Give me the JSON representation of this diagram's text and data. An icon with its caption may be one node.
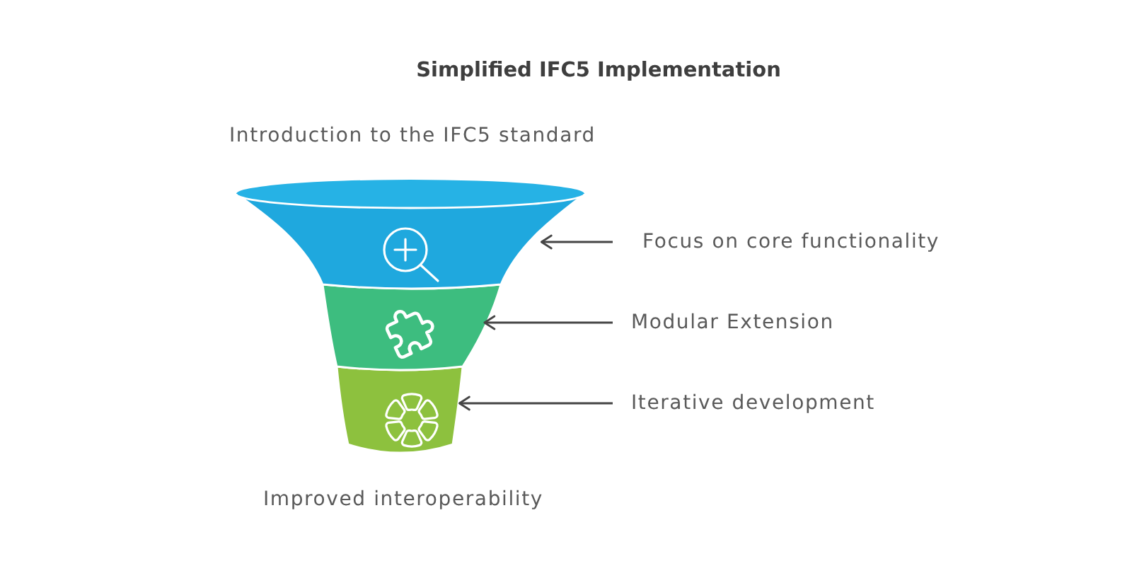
{
  "diagram": {
    "title": "Simplified IFC5 Implementation",
    "nodes": [
      {
        "text": [],
        "shape": "band"
      },
      {
        "text": [
          "Focus on core functionality"
        ]
      },
      {
        "text": [],
        "shape": "band"
      },
      {
        "text": [
          "Modular Extension"
        ]
      },
      {
        "text": [],
        "shape": "band"
      },
      {
        "text": [
          "Iterative development"
        ]
      }
    ],
    "edges": [
      {
        "from": 1,
        "to": 0,
        "arrow": "to"
      },
      {
        "from": 3,
        "to": 2,
        "arrow": "to"
      },
      {
        "from": 5,
        "to": 4,
        "arrow": "to"
      }
    ],
    "labels": [
      "Introduction to the IFC5 standard",
      "Improved interoperability"
    ]
  }
}
